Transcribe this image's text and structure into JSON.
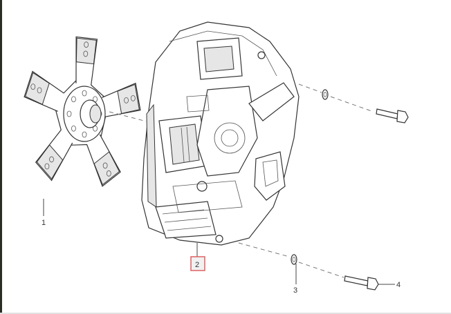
{
  "diagram": {
    "type": "exploded parts diagram",
    "callouts": [
      {
        "id": "1",
        "label": "1"
      },
      {
        "id": "2",
        "label": "2",
        "highlighted": true
      },
      {
        "id": "3",
        "label": "3"
      },
      {
        "id": "4",
        "label": "4"
      }
    ],
    "colors": {
      "highlight": "#e06060",
      "line": "#333333"
    }
  }
}
